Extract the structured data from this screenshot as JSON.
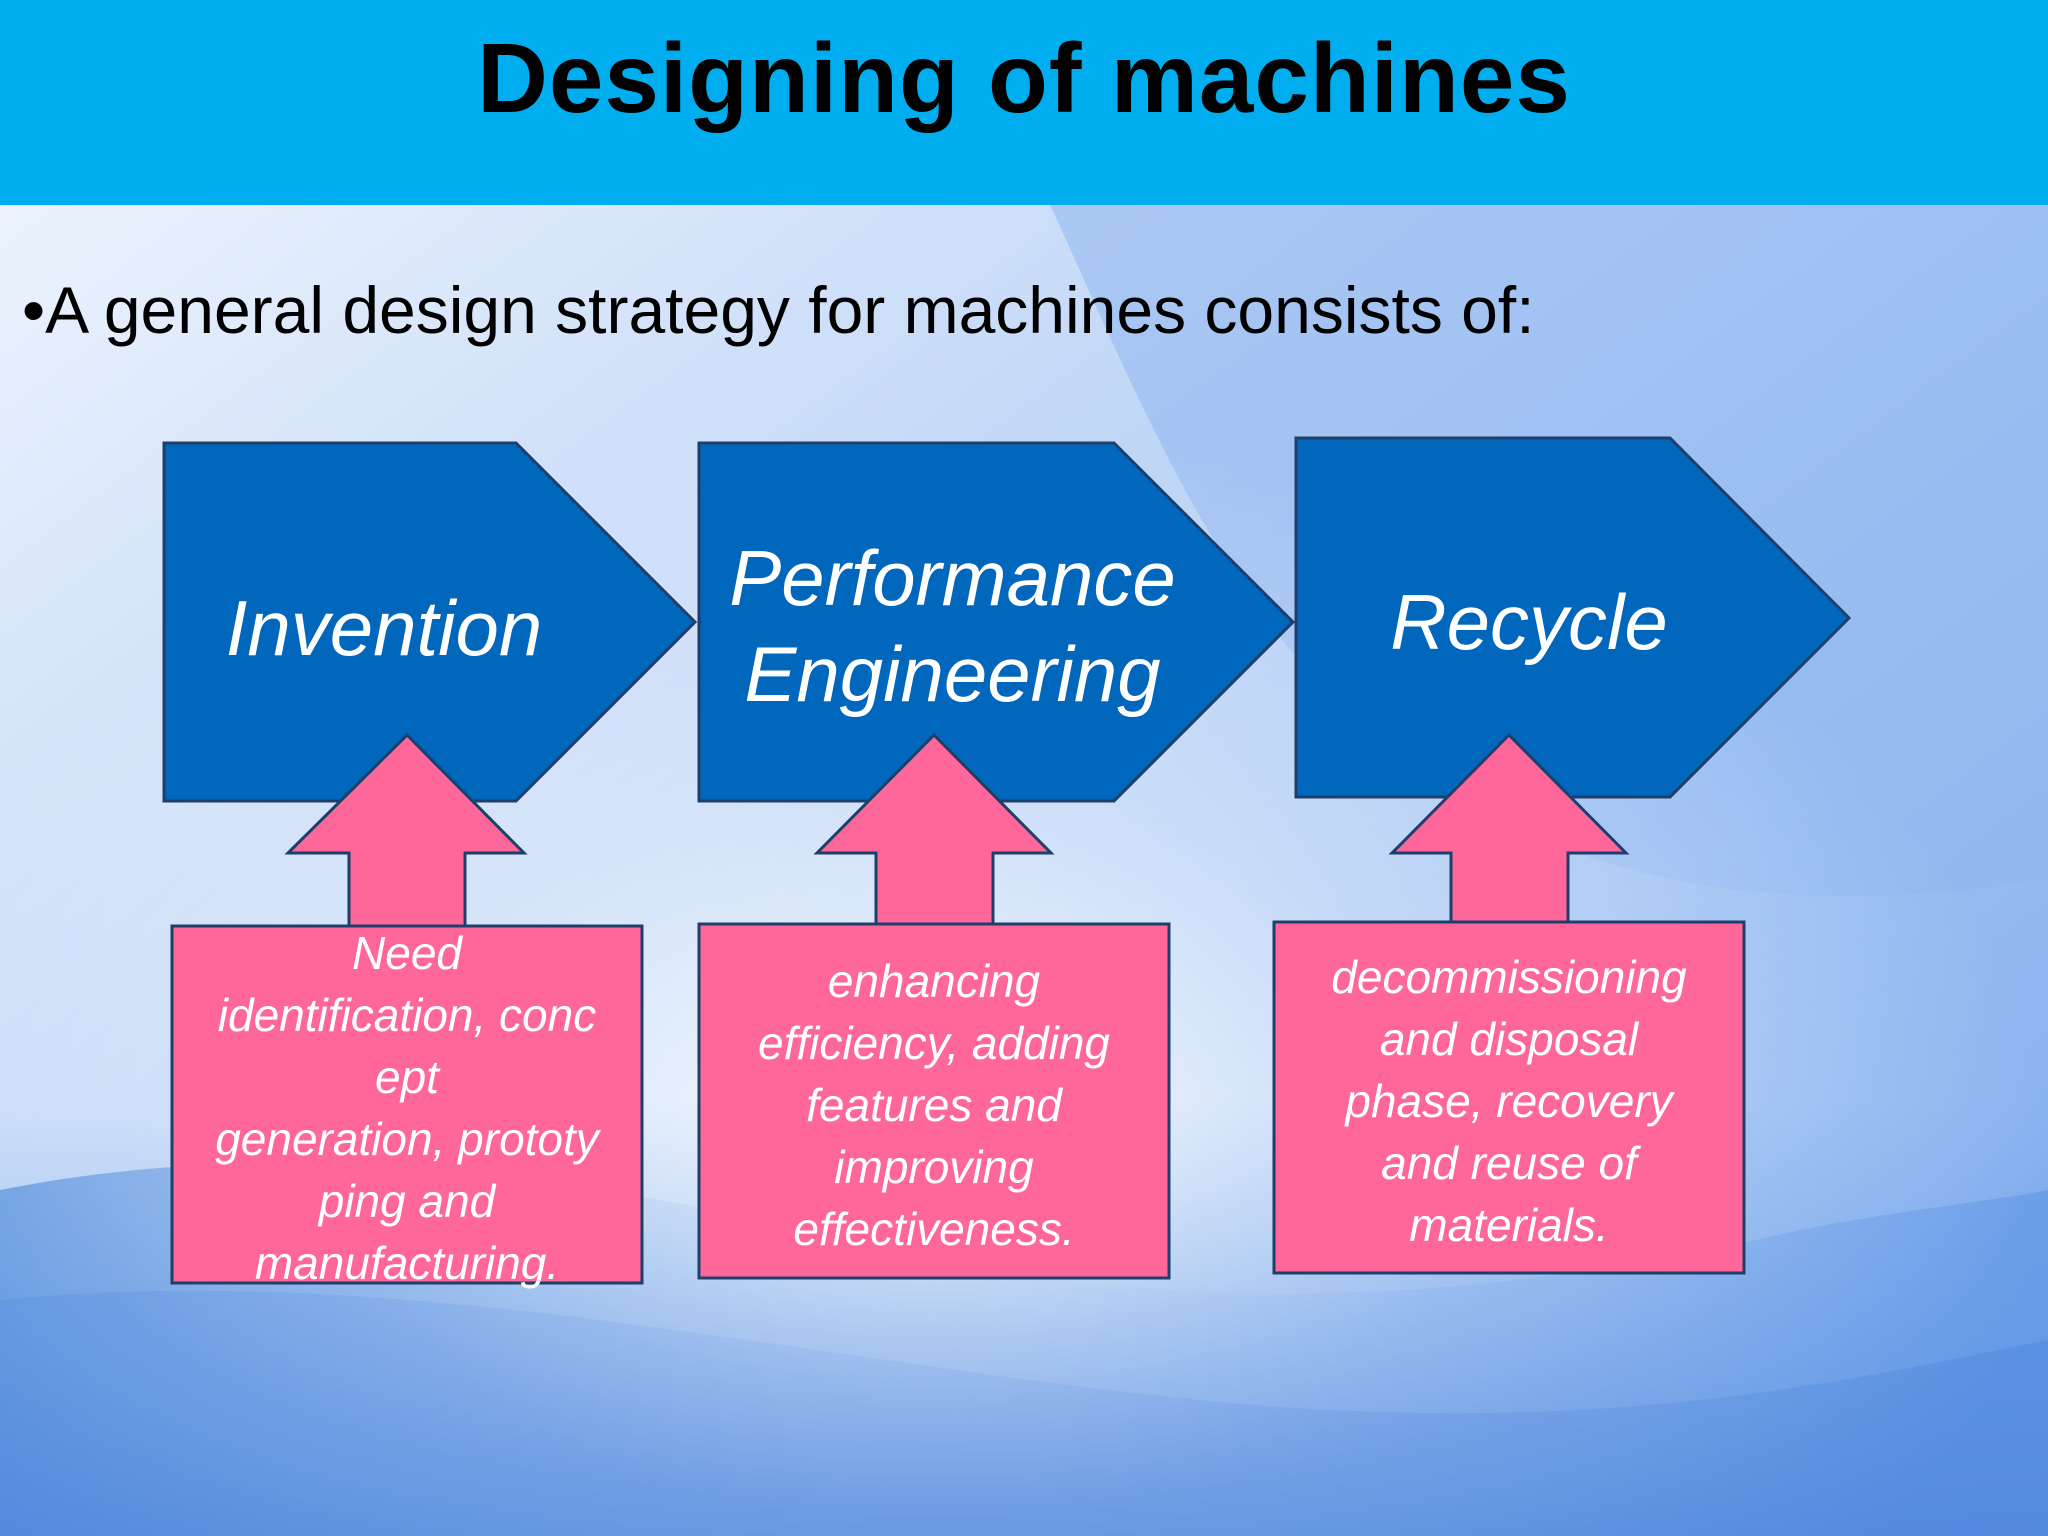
{
  "slide": {
    "title": "Designing of machines",
    "bullet": "•A general design strategy for machines consists of:"
  },
  "stages": [
    {
      "label_lines": [
        "Invention"
      ],
      "detail_lines": [
        "Need",
        "identification, conc",
        "ept",
        "generation, prototy",
        "ping and",
        "manufacturing."
      ]
    },
    {
      "label_lines": [
        "Performance",
        "Engineering"
      ],
      "detail_lines": [
        "enhancing",
        "efficiency, adding",
        "features and",
        "improving",
        "effectiveness."
      ]
    },
    {
      "label_lines": [
        "Recycle"
      ],
      "detail_lines": [
        "decommissioning",
        "and disposal",
        "phase, recovery",
        "and reuse of",
        "materials."
      ]
    }
  ],
  "colors": {
    "header_band": "#00adee",
    "stage_fill": "#0067bd",
    "stage_stroke": "#1f3f6b",
    "detail_fill": "#ff6699",
    "detail_stroke": "#1f3f6b",
    "text_on_shapes": "#ffffff"
  },
  "icons": {
    "stage_shape": "pentagon-arrow-right",
    "detail_connector": "block-arrow-up"
  }
}
